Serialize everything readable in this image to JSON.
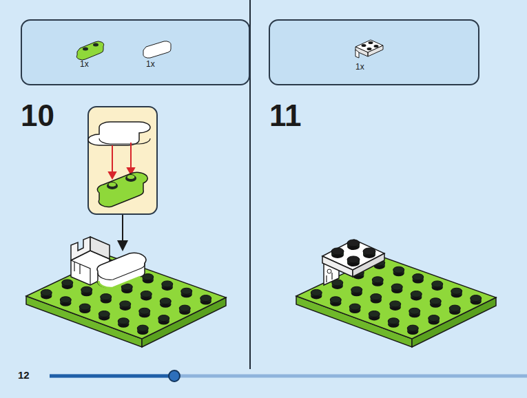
{
  "diagram": {
    "nodes": [
      {
        "text": [
          "1x",
          "1x"
        ]
      },
      {
        "text": [
          "1x"
        ]
      }
    ],
    "labels": [
      "10",
      "11",
      "12"
    ]
  }
}
